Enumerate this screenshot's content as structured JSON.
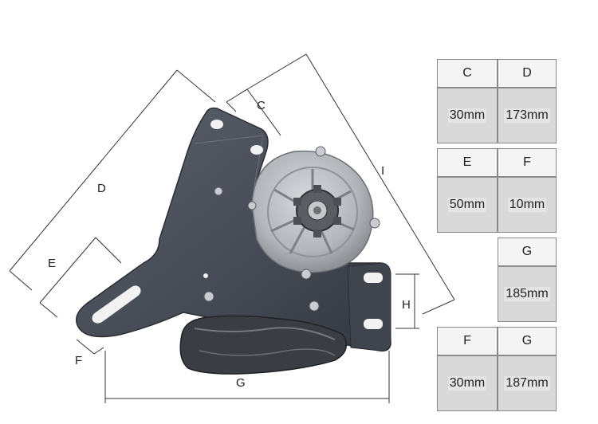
{
  "dimension_labels": {
    "c": "C",
    "d": "D",
    "e": "E",
    "f": "F",
    "g": "G",
    "h": "H",
    "i": "I"
  },
  "spec_table": {
    "block1": {
      "h1": "C",
      "h2": "D",
      "v1": "30mm",
      "v2": "173mm"
    },
    "block2": {
      "h1": "E",
      "h2": "F",
      "v1": "50mm",
      "v2": "10mm"
    },
    "block3": {
      "h1": "G",
      "v1": "185mm"
    },
    "block4": {
      "h1": "F",
      "h2": "G",
      "v1": "30mm",
      "v2": "187mm"
    }
  },
  "colors": {
    "plate": "#4a4f5a",
    "plate_dark": "#363a43",
    "motor": "#b9bcc1",
    "dimension_line": "#333333"
  }
}
